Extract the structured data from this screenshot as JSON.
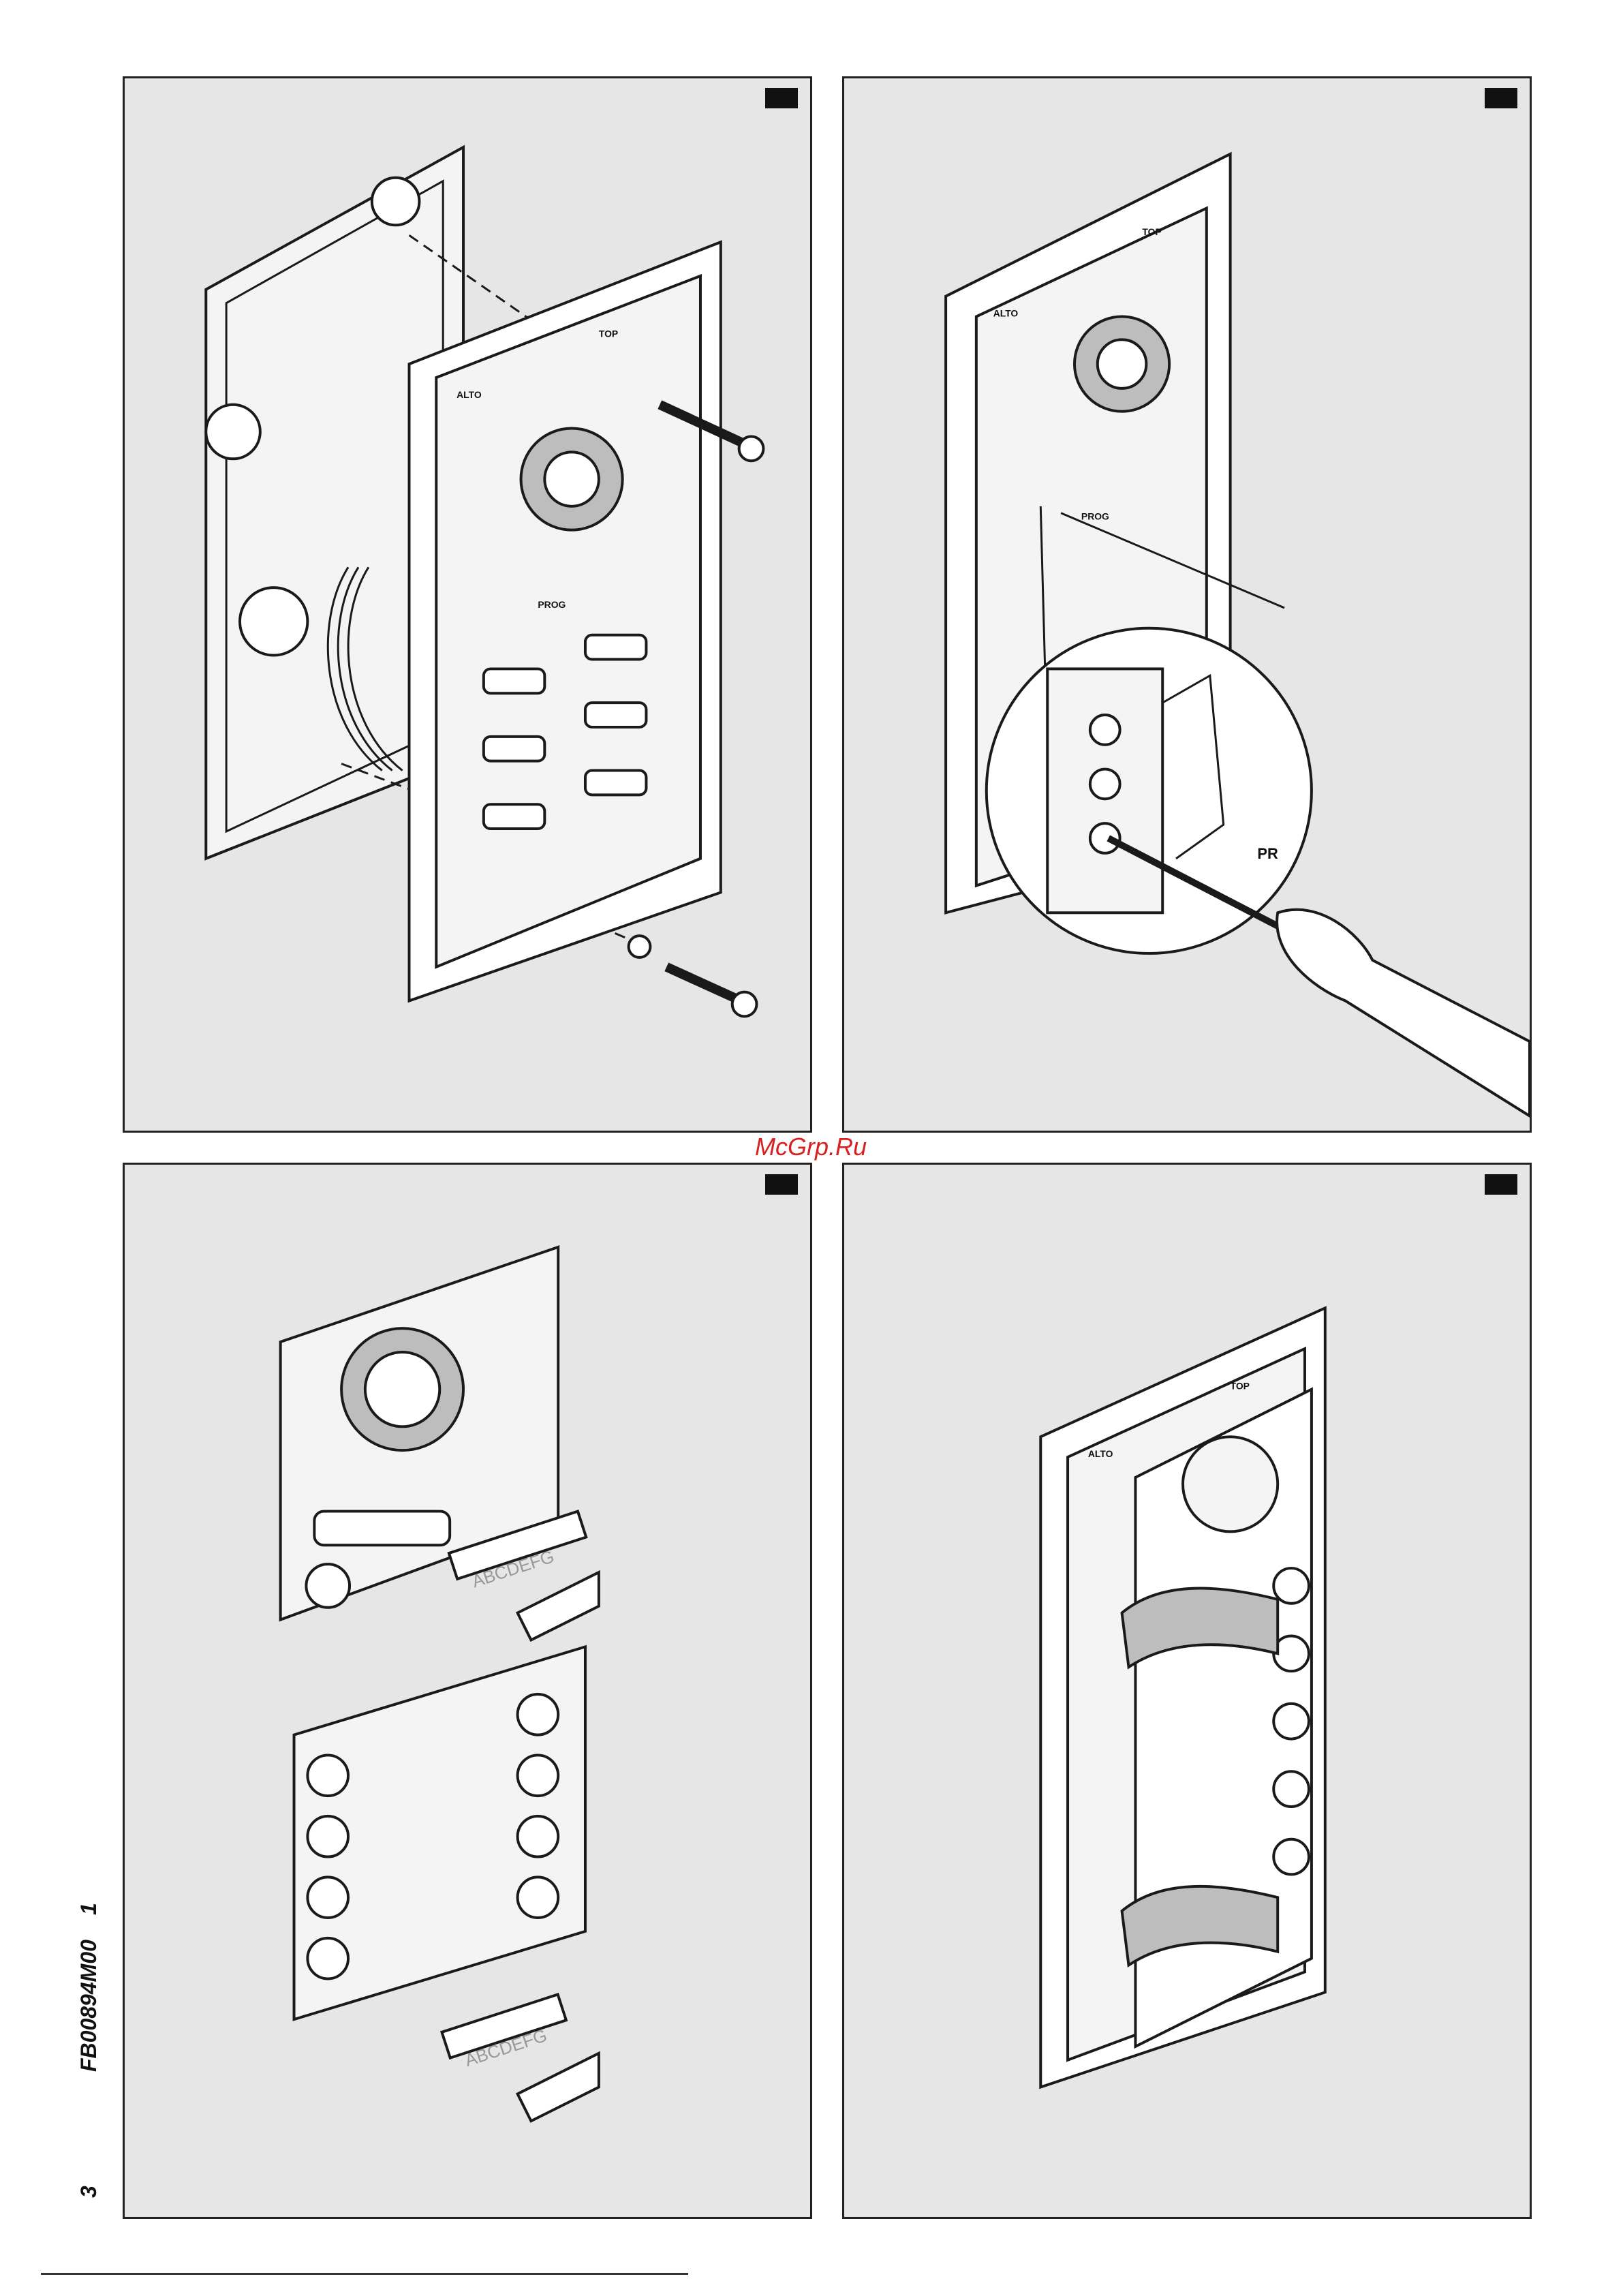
{
  "watermark": "McGrp.Ru",
  "margin": {
    "page_number": "3",
    "doc_code": "FB00894M00",
    "revision": "1"
  },
  "panels": [
    {
      "id": "panel-1",
      "alto_label": "ALTO",
      "top_label": "TOP",
      "prog_label": "PROG"
    },
    {
      "id": "panel-2",
      "alto_label": "ALTO",
      "top_label": "TOP",
      "prog_label": "PROG",
      "zoom_label": "PR"
    },
    {
      "id": "panel-3",
      "card_text": "ABCDEFG"
    },
    {
      "id": "panel-4",
      "alto_label": "ALTO",
      "top_label": "TOP"
    }
  ],
  "colors": {
    "panel_bg": "#e6e6e6",
    "line": "#1a1a1a",
    "watermark": "#d92020"
  }
}
